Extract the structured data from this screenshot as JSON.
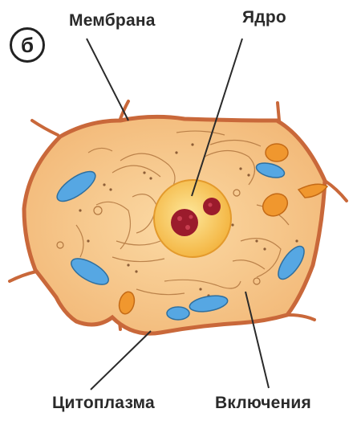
{
  "figure": {
    "panel_letter": "б",
    "labels": {
      "membrane": "Мембрана",
      "nucleus": "Ядро",
      "cytoplasm": "Цитоплазма",
      "inclusions": "Включения"
    }
  },
  "colors": {
    "cytoplasm_fill": "#f6c98a",
    "membrane": "#c9683a",
    "nucleus_fill": "#f6b54a",
    "nucleolus": "#9b1b2c",
    "mitochondria": "#56a7e3",
    "inclusions": "#f0972e",
    "outline": "#2a2a2a"
  }
}
